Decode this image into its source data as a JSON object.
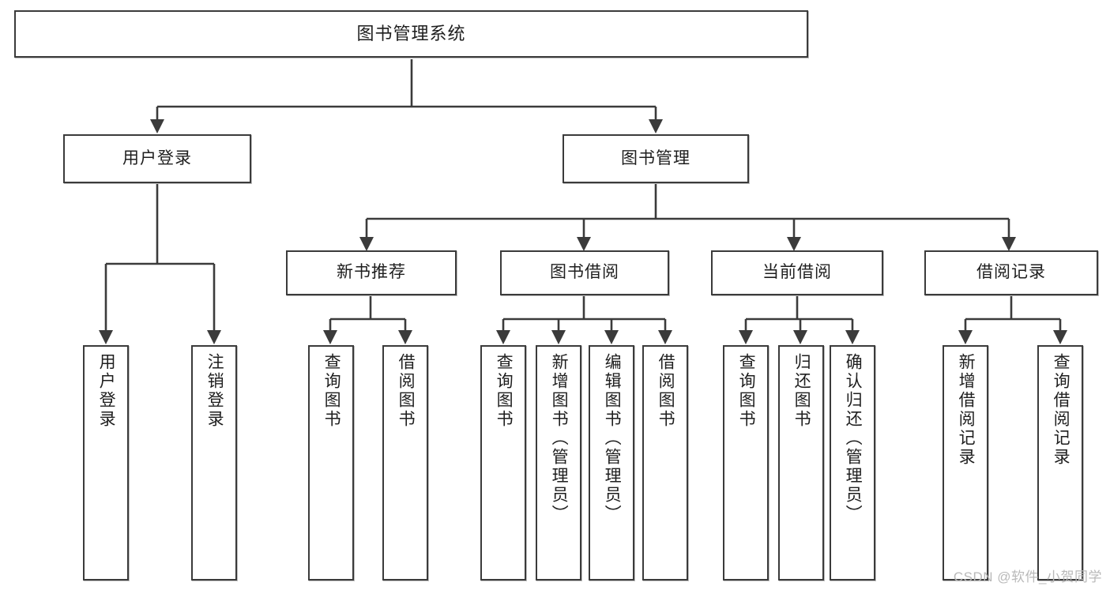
{
  "diagram": {
    "title": "图书管理系统",
    "type": "tree",
    "watermark": "CSDN @软件_小贺同学",
    "colors": {
      "node_border": "#3b3b3b",
      "node_fill": "#ffffff",
      "edge": "#3b3b3b",
      "text": "#1e1e1e",
      "watermark": "#b9b9b9"
    },
    "nodes": {
      "root": {
        "label": "图书管理系统"
      },
      "level2": [
        {
          "id": "user-login",
          "label": "用户登录"
        },
        {
          "id": "book-manage",
          "label": "图书管理"
        }
      ],
      "level3": [
        {
          "id": "new-book-recommend",
          "label": "新书推荐"
        },
        {
          "id": "book-borrow",
          "label": "图书借阅"
        },
        {
          "id": "current-borrow",
          "label": "当前借阅"
        },
        {
          "id": "borrow-record",
          "label": "借阅记录"
        }
      ],
      "leaves": {
        "user_login": [
          {
            "id": "leaf-user-login",
            "label": "用户登录"
          },
          {
            "id": "leaf-logout-login",
            "label": "注销登录"
          }
        ],
        "new_book_recommend": [
          {
            "id": "leaf-query-book-1",
            "label": "查询图书"
          },
          {
            "id": "leaf-borrow-book-1",
            "label": "借阅图书"
          }
        ],
        "book_borrow": [
          {
            "id": "leaf-query-book-2",
            "label": "查询图书"
          },
          {
            "id": "leaf-add-book",
            "label": "新增图书（管理员）"
          },
          {
            "id": "leaf-edit-book",
            "label": "编辑图书（管理员）"
          },
          {
            "id": "leaf-borrow-book-2",
            "label": "借阅图书"
          }
        ],
        "current_borrow": [
          {
            "id": "leaf-query-book-3",
            "label": "查询图书"
          },
          {
            "id": "leaf-return-book",
            "label": "归还图书"
          },
          {
            "id": "leaf-confirm-return",
            "label": "确认归还（管理员）"
          }
        ],
        "borrow_record": [
          {
            "id": "leaf-add-record",
            "label": "新增借阅记录"
          },
          {
            "id": "leaf-query-record",
            "label": "查询借阅记录"
          }
        ]
      }
    }
  }
}
